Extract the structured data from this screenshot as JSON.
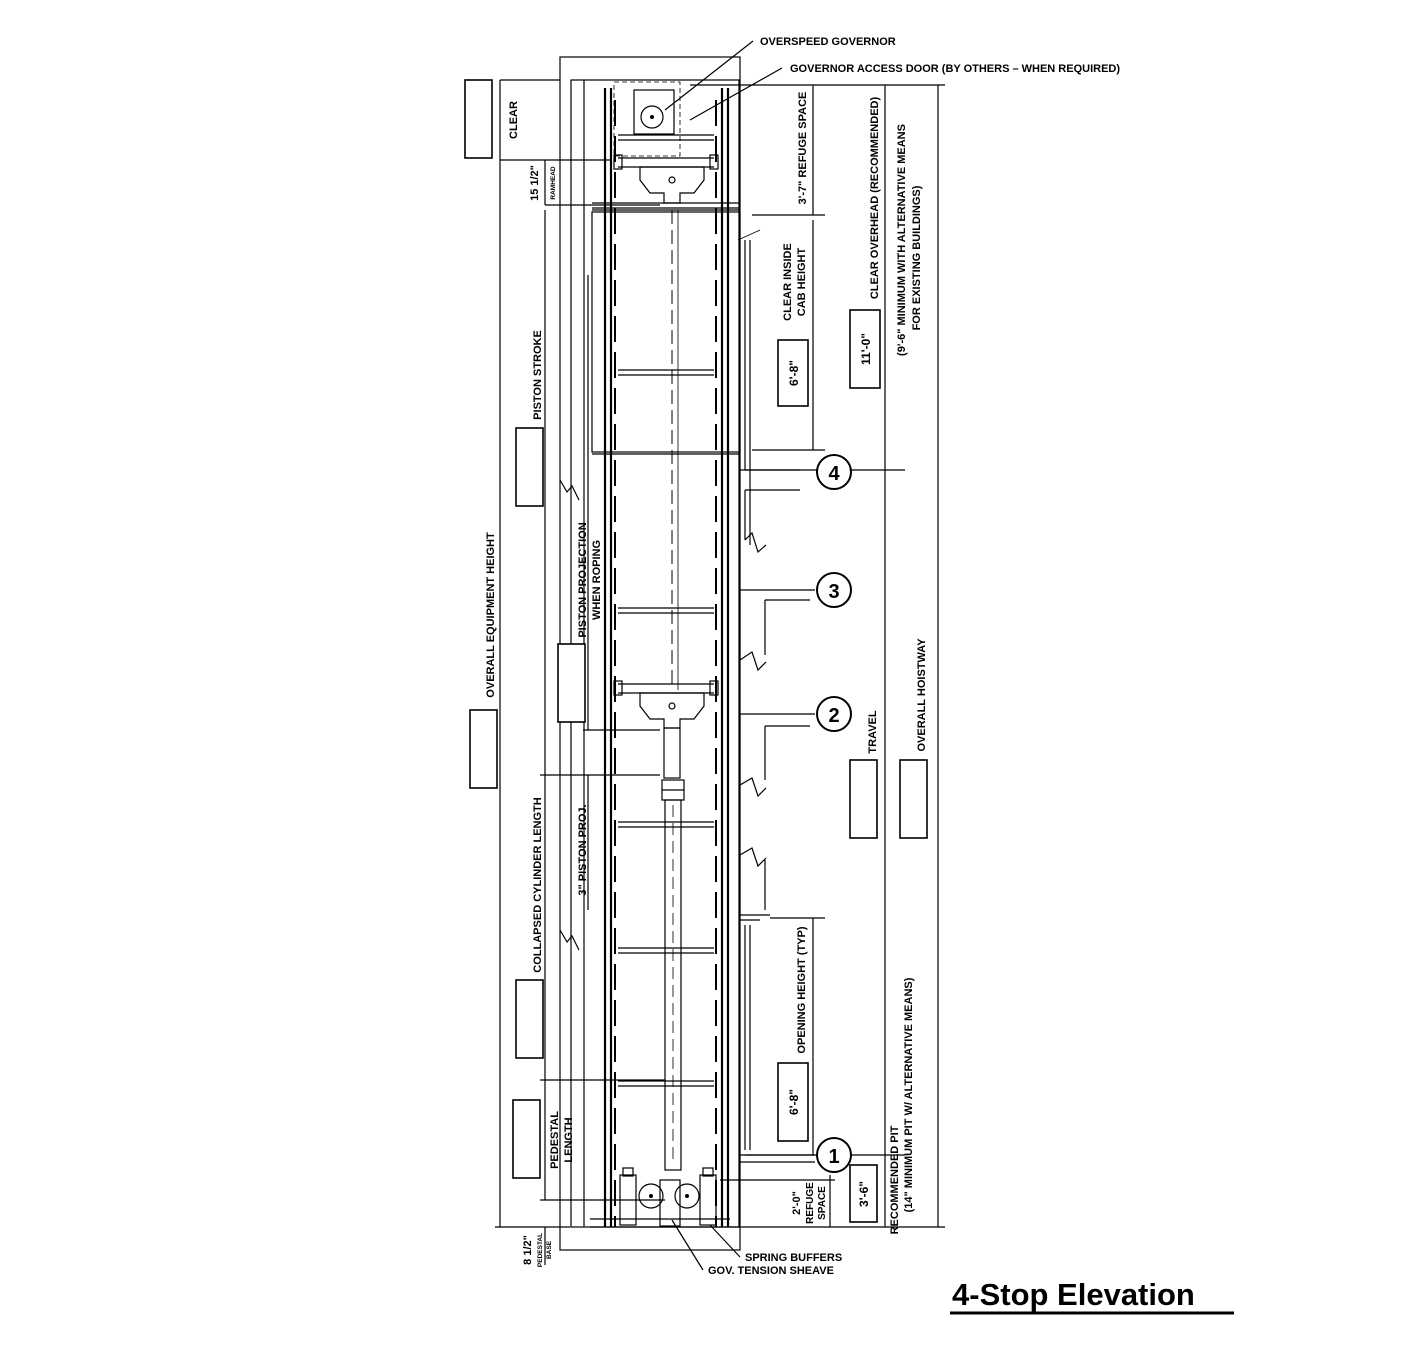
{
  "title": "4-Stop Elevation",
  "stops": [
    "1",
    "2",
    "3",
    "4"
  ],
  "labels": {
    "overspeed_governor": "OVERSPEED GOVERNOR",
    "governor_access_door": "GOVERNOR ACCESS DOOR (BY OTHERS – WHEN REQUIRED)",
    "clear": "CLEAR",
    "ramhead_dim": "15 1/2\"",
    "ramhead": "RAMHEAD",
    "piston_stroke": "PISTON STROKE",
    "overall_equipment_height": "OVERALL EQUIPMENT HEIGHT",
    "piston_projection_1": "PISTON PROJECTION",
    "piston_projection_2": "WHEN ROPING",
    "piston_proj": "3\" PISTON PROJ.",
    "collapsed_cylinder_length": "COLLAPSED CYLINDER LENGTH",
    "pedestal_length_1": "PEDESTAL",
    "pedestal_length_2": "LENGTH",
    "pedestal_base_dim": "8 1/2\"",
    "pedestal": "PEDESTAL",
    "base": "BASE",
    "refuge_space_top": "3'-7\" REFUGE SPACE",
    "clear_inside_cab_1": "CLEAR INSIDE",
    "clear_inside_cab_2": "CAB HEIGHT",
    "cab_height_value": "6'-8\"",
    "clear_overhead_value": "11'-0\"",
    "clear_overhead": "CLEAR OVERHEAD (RECOMMENDED)",
    "alt_means_1": "(9'-6\" MINIMUM WITH ALTERNATIVE MEANS",
    "alt_means_2": "FOR EXISTING BUILDINGS)",
    "opening_height": "OPENING HEIGHT (TYP)",
    "opening_height_value": "6'-8\"",
    "travel": "TRAVEL",
    "overall_hoistway": "OVERALL HOISTWAY",
    "refuge_space_bottom_dim": "2'-0\"",
    "refuge_space_bottom_1": "REFUGE",
    "refuge_space_bottom_2": "SPACE",
    "pit_value": "3'-6\"",
    "recommended_pit": "RECOMMENDED PIT",
    "min_pit": "(14\" MINIMUM PIT W/ ALTERNATIVE MEANS)",
    "spring_buffers": "SPRING BUFFERS",
    "gov_tension_sheave": "GOV. TENSION SHEAVE"
  }
}
